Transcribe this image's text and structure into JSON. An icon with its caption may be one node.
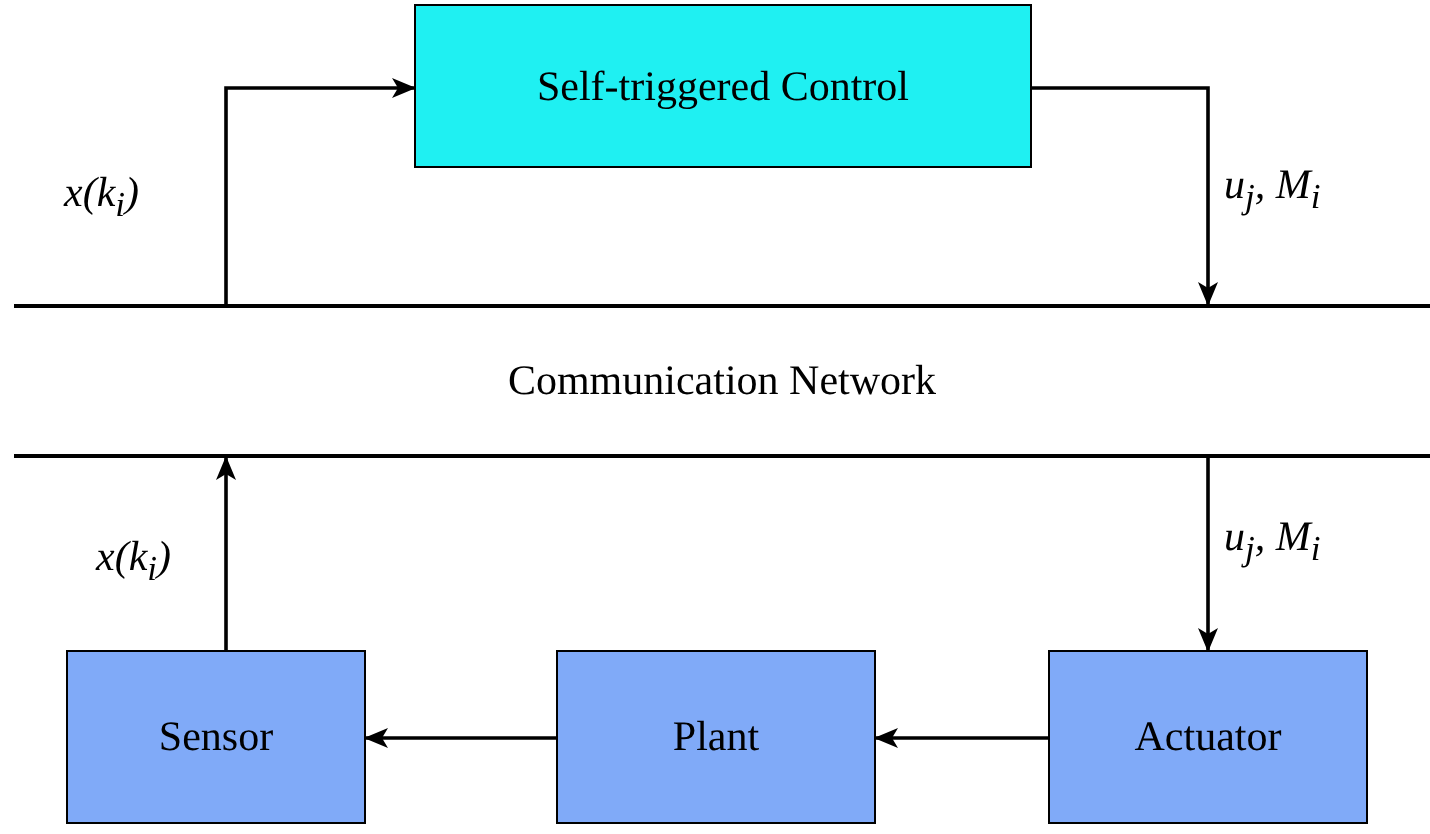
{
  "diagram": {
    "nodes": [
      {
        "text": [
          "Self-triggered Control"
        ]
      },
      {
        "text": [
          "Communication Network"
        ]
      },
      {
        "text": [
          "Sensor"
        ]
      },
      {
        "text": [
          "Plant"
        ]
      },
      {
        "text": [
          "Actuator"
        ]
      }
    ],
    "edges": [
      {
        "from": 1,
        "to": 0,
        "arrow": "to",
        "label": "x(k$_{i}$)"
      },
      {
        "from": 0,
        "to": 1,
        "arrow": "to",
        "label": "u$_{j}$, M$_{i}$"
      },
      {
        "from": 1,
        "to": 4,
        "arrow": "to",
        "label": "u$_{j}$, M$_{i}$"
      },
      {
        "from": 2,
        "to": 1,
        "arrow": "to",
        "label": "x(k$_{i}$)"
      },
      {
        "from": 4,
        "to": 3,
        "arrow": "to"
      },
      {
        "from": 3,
        "to": 2,
        "arrow": "to"
      }
    ]
  }
}
